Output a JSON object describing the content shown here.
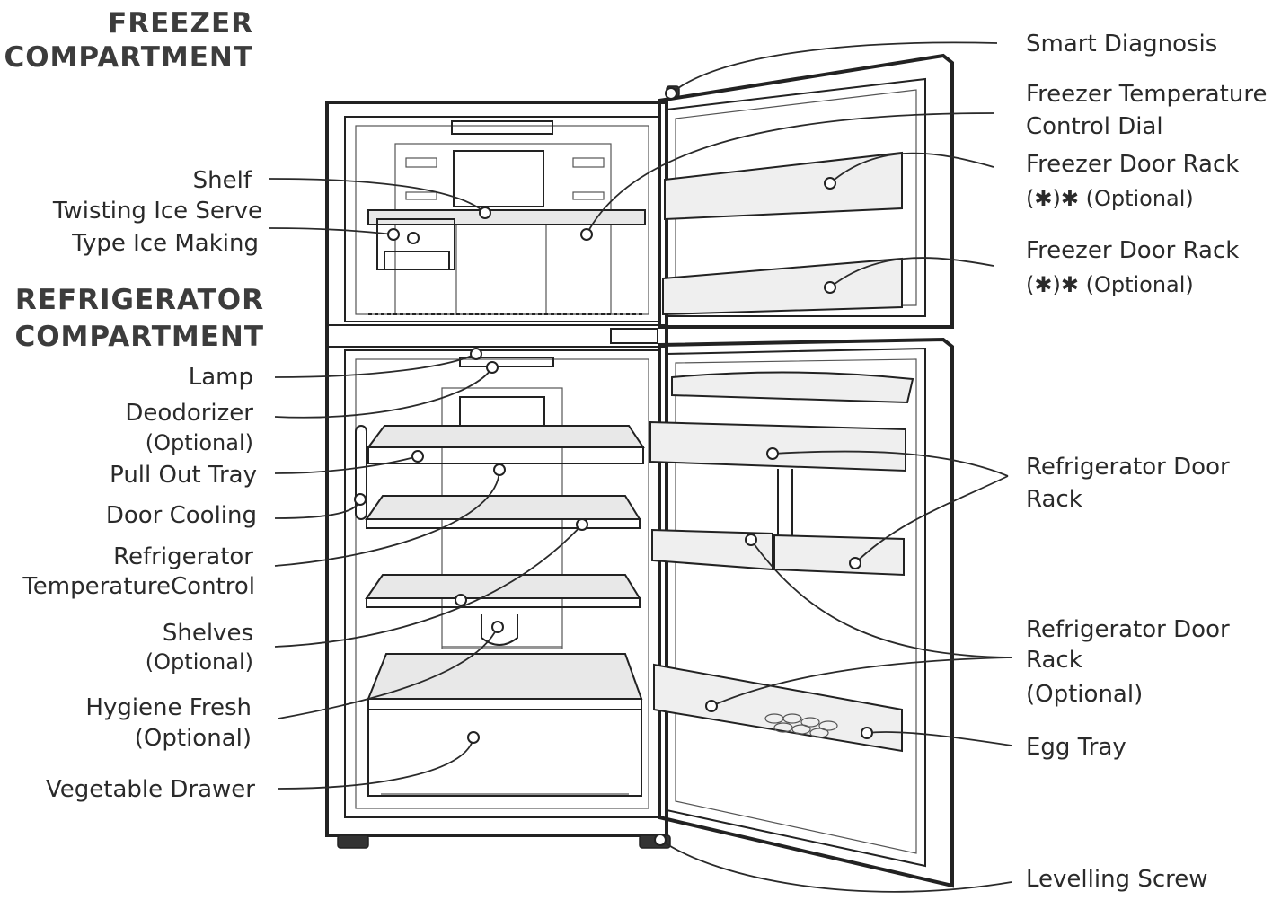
{
  "headings": {
    "freezer": [
      "FREEZER",
      "COMPARTMENT"
    ],
    "refrigerator": [
      "REFRIGERATOR",
      "COMPARTMENT"
    ]
  },
  "labels": {
    "shelf": "Shelf",
    "twisting_ice": [
      "Twisting Ice Serve",
      "Type Ice Making"
    ],
    "lamp": "Lamp",
    "deodorizer": [
      "Deodorizer",
      "(Optional)"
    ],
    "pull_out_tray": "Pull Out Tray",
    "door_cooling": "Door Cooling",
    "fridge_temp_control": [
      "Refrigerator",
      "TemperatureControl"
    ],
    "shelves": [
      "Shelves",
      "(Optional)"
    ],
    "hygiene_fresh": [
      "Hygiene Fresh",
      "(Optional)"
    ],
    "vegetable_drawer": "Vegetable Drawer",
    "smart_diagnosis": "Smart Diagnosis",
    "freezer_temp_dial": [
      "Freezer Temperature",
      "Control Dial"
    ],
    "freezer_door_rack_1": [
      "Freezer Door Rack",
      "(✱)✱  (Optional)"
    ],
    "freezer_door_rack_2": [
      "Freezer Door Rack",
      "(✱)✱  (Optional)"
    ],
    "fridge_door_rack": [
      "Refrigerator Door",
      "Rack"
    ],
    "fridge_door_rack_opt": [
      "Refrigerator Door",
      "Rack",
      "(Optional)"
    ],
    "egg_tray": "Egg Tray",
    "levelling_screw": "Levelling Screw"
  }
}
